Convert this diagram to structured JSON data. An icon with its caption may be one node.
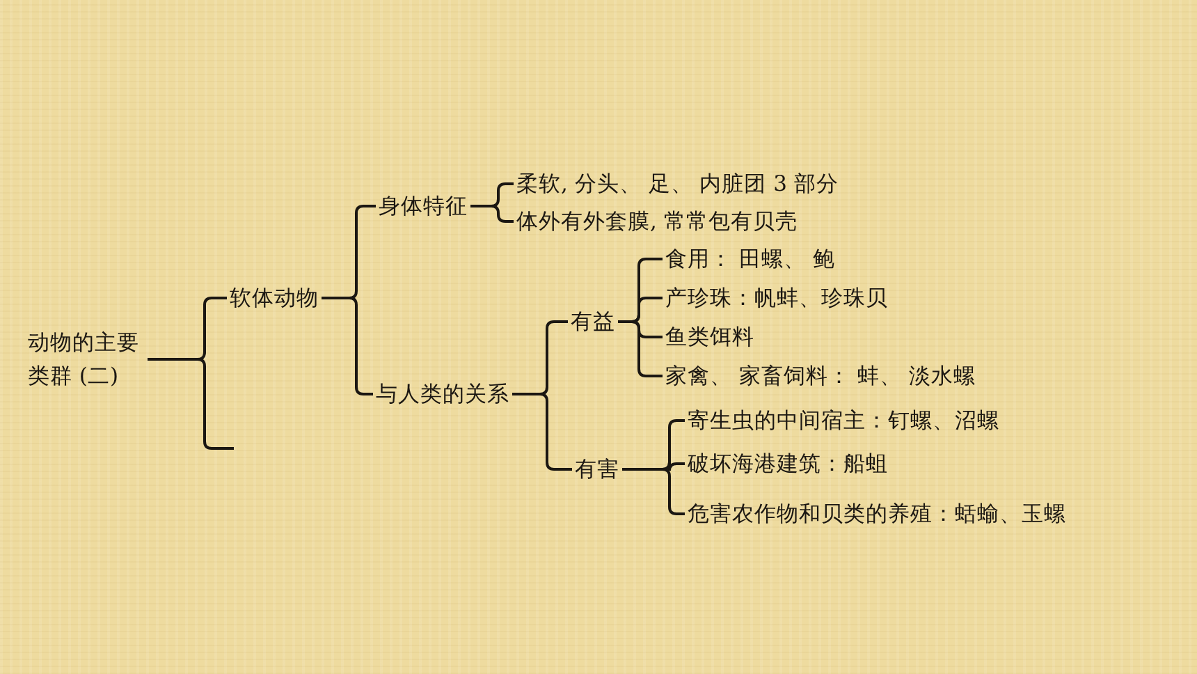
{
  "diagram": {
    "nodes": [
      {
        "text": [
          "动物的主要类群 (二)"
        ]
      },
      {
        "text": [
          "软体动物"
        ]
      },
      {
        "text": [
          "身体特征"
        ]
      },
      {
        "text": [
          "柔软, 分头、 足、 内脏团 3 部分"
        ]
      },
      {
        "text": [
          "体外有外套膜, 常常包有贝壳"
        ]
      },
      {
        "text": [
          "与人类的关系"
        ]
      },
      {
        "text": [
          "有益"
        ]
      },
      {
        "text": [
          "食用： 田螺、 鲍"
        ]
      },
      {
        "text": [
          "产珍珠：帆蚌、珍珠贝"
        ]
      },
      {
        "text": [
          "鱼类饵料"
        ]
      },
      {
        "text": [
          "家禽、 家畜饲料： 蚌、 淡水螺"
        ]
      },
      {
        "text": [
          "有害"
        ]
      },
      {
        "text": [
          "寄生虫的中间宿主：钉螺、沼螺"
        ]
      },
      {
        "text": [
          "破坏海港建筑：船蛆"
        ]
      },
      {
        "text": [
          "危害农作物和贝类的养殖：蛞蝓、玉螺"
        ]
      }
    ],
    "edges": [
      {
        "from": 0,
        "to": 1,
        "arrow": "none"
      },
      {
        "from": 0,
        "to": null,
        "arrow": "none"
      },
      {
        "from": 1,
        "to": 2,
        "arrow": "none"
      },
      {
        "from": 1,
        "to": 5,
        "arrow": "none"
      },
      {
        "from": 2,
        "to": 3,
        "arrow": "none"
      },
      {
        "from": 2,
        "to": 4,
        "arrow": "none"
      },
      {
        "from": 5,
        "to": 6,
        "arrow": "none"
      },
      {
        "from": 5,
        "to": 11,
        "arrow": "none"
      },
      {
        "from": 6,
        "to": 7,
        "arrow": "none"
      },
      {
        "from": 6,
        "to": 8,
        "arrow": "none"
      },
      {
        "from": 6,
        "to": 9,
        "arrow": "none"
      },
      {
        "from": 6,
        "to": 10,
        "arrow": "none"
      },
      {
        "from": 11,
        "to": 12,
        "arrow": "none"
      },
      {
        "from": 11,
        "to": 13,
        "arrow": "none"
      },
      {
        "from": 11,
        "to": 14,
        "arrow": "none"
      }
    ]
  }
}
